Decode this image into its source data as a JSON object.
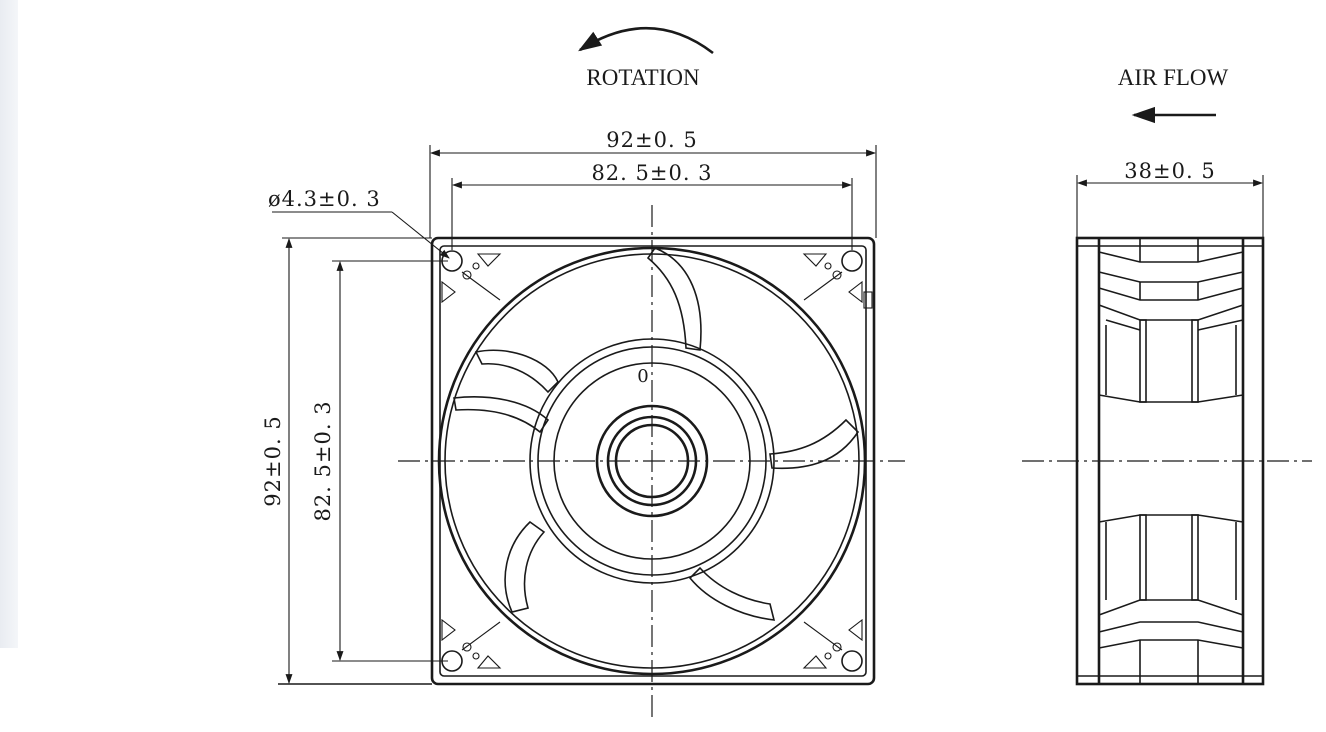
{
  "labels": {
    "rotation": "ROTATION",
    "airflow": "AIR FLOW",
    "width_overall": "92±0. 5",
    "width_holes": "82. 5±0. 3",
    "hole_diameter": "ø4.3±0. 3",
    "height_overall": "92±0. 5",
    "height_holes": "82. 5±0. 3",
    "depth": "38±0. 5",
    "hub_mark": "0"
  }
}
